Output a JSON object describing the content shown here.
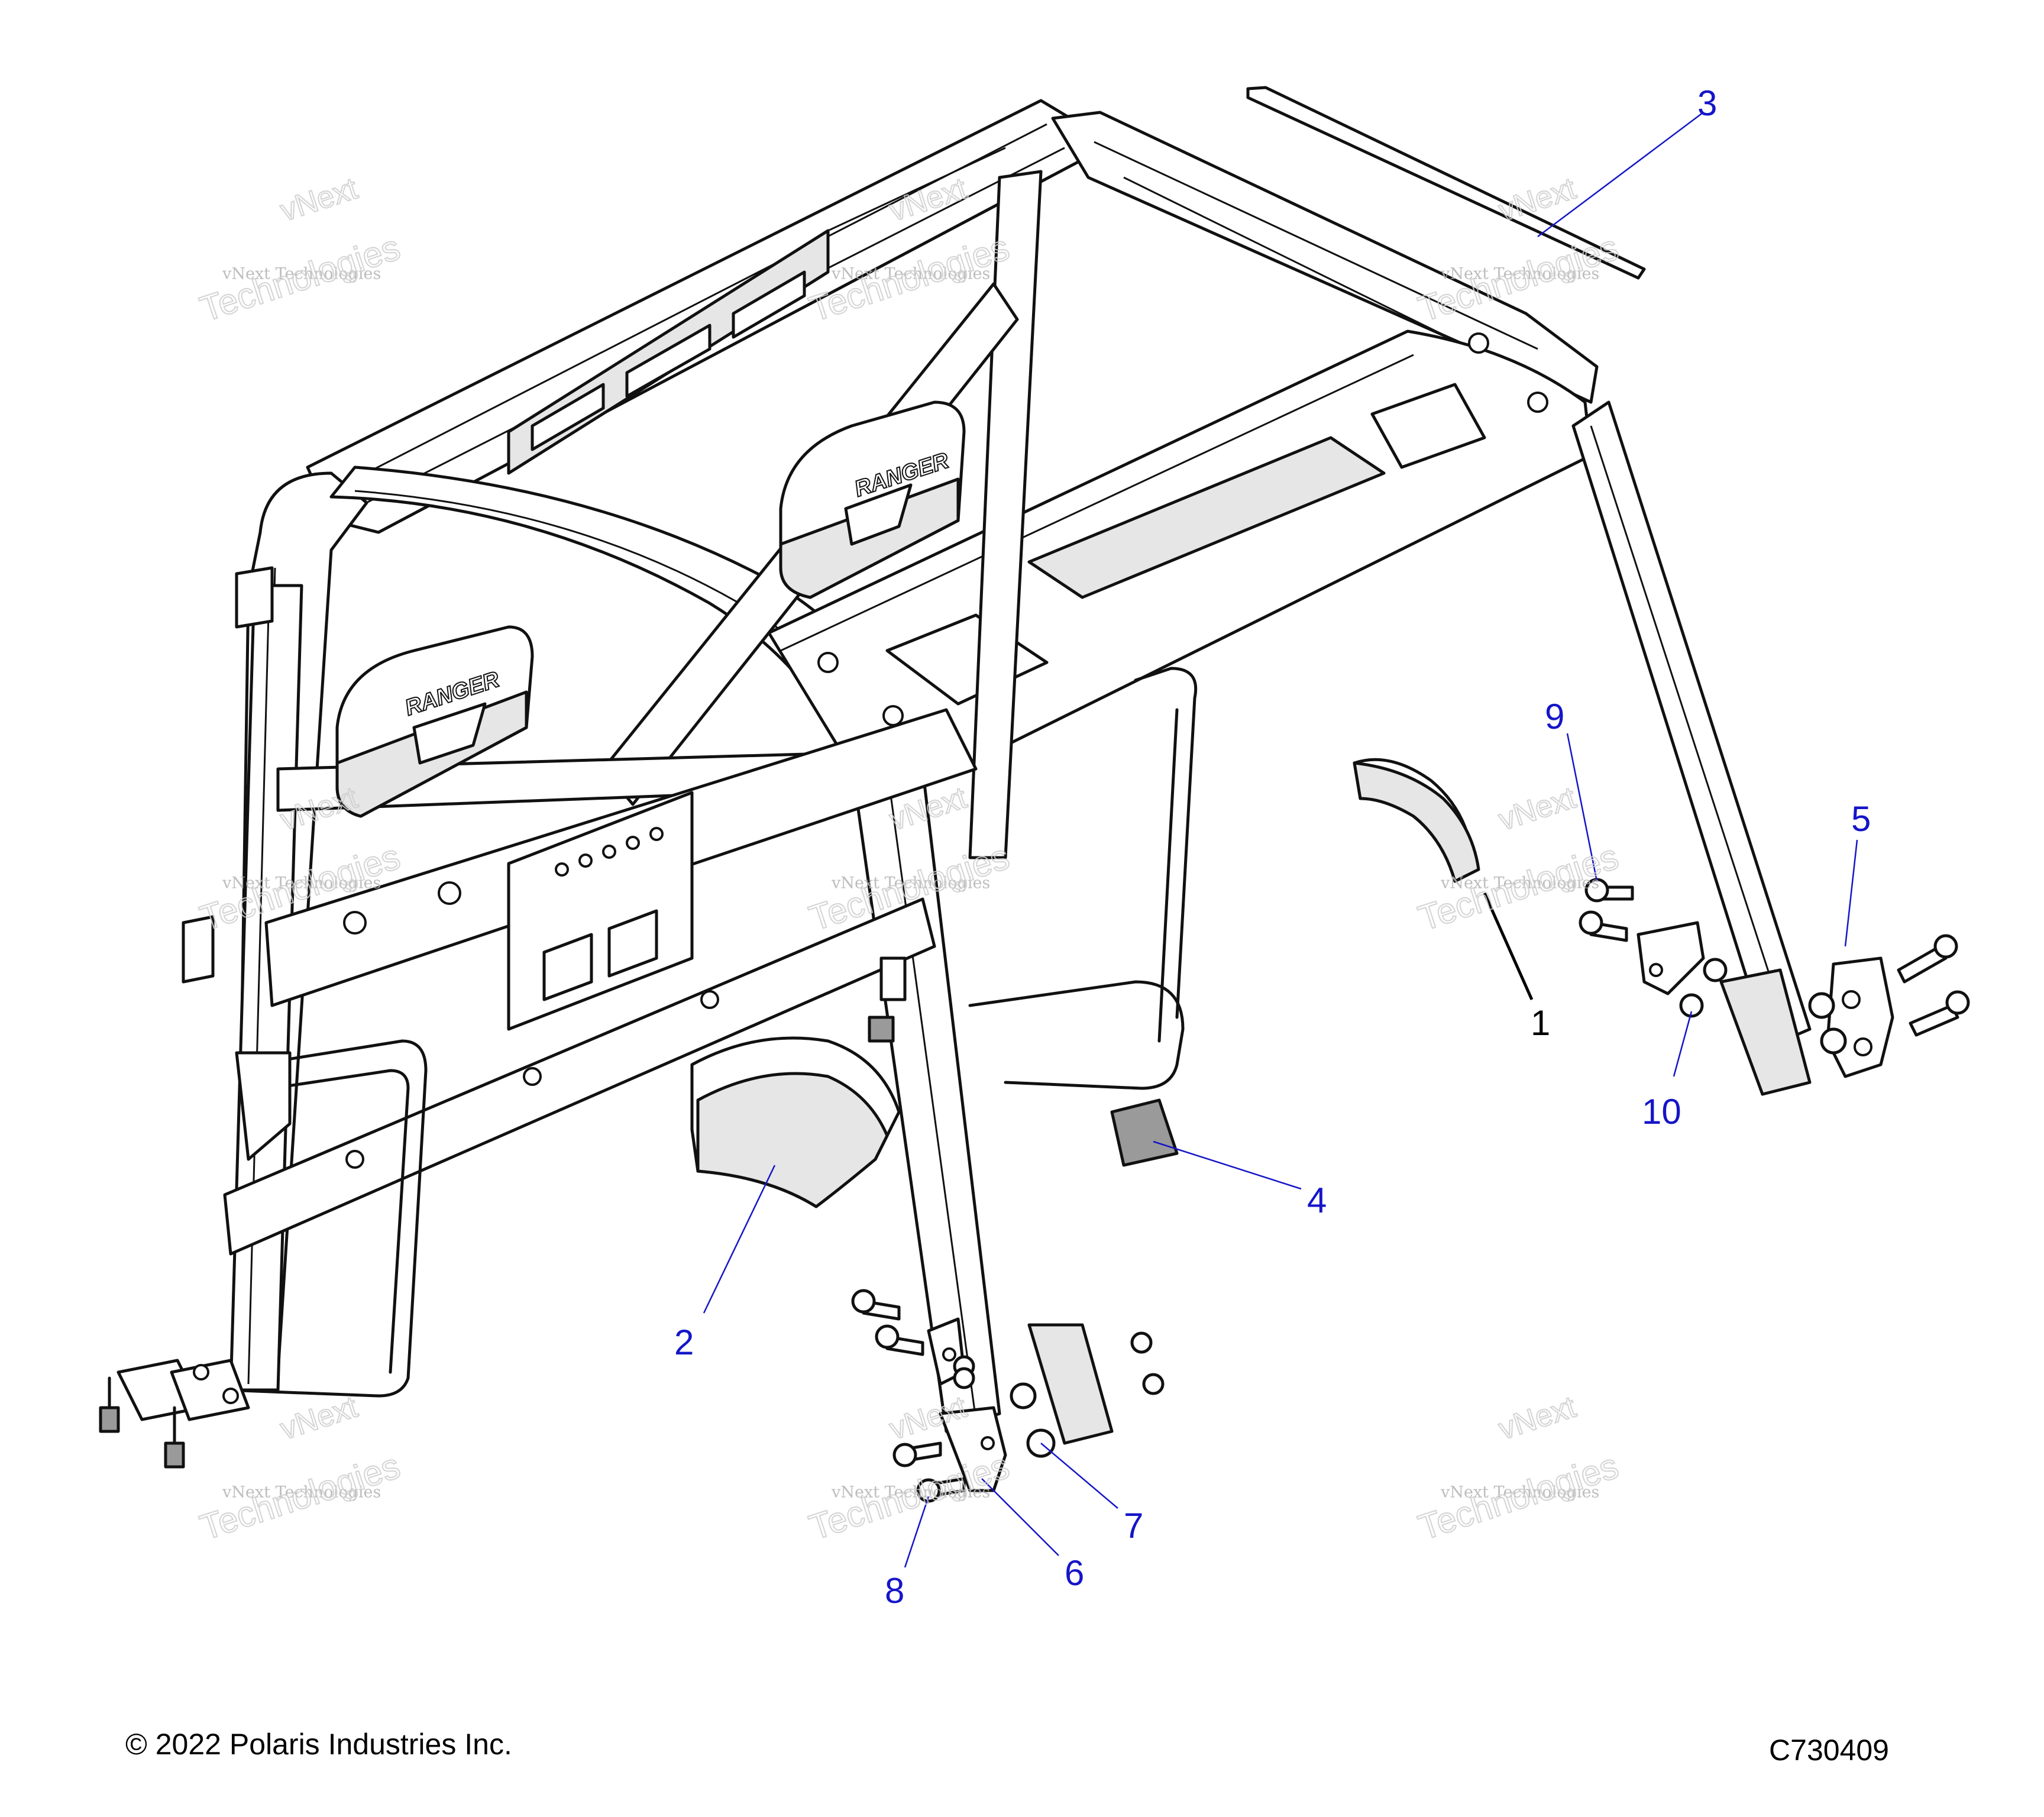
{
  "watermark": {
    "line1": "vNext",
    "line2": "vNext Technologies",
    "line3": "Technologies"
  },
  "frame": {
    "badge_text": "RANGER"
  },
  "callouts": [
    {
      "id": "c1",
      "label": "1"
    },
    {
      "id": "c2",
      "label": "2"
    },
    {
      "id": "c3",
      "label": "3"
    },
    {
      "id": "c4",
      "label": "4"
    },
    {
      "id": "c5",
      "label": "5"
    },
    {
      "id": "c6",
      "label": "6"
    },
    {
      "id": "c7",
      "label": "7"
    },
    {
      "id": "c8",
      "label": "8"
    },
    {
      "id": "c9",
      "label": "9"
    },
    {
      "id": "c10",
      "label": "10"
    }
  ],
  "footer": {
    "copyright": "© 2022 Polaris Industries Inc.",
    "drawing_id": "C730409"
  },
  "colors": {
    "callout": "#1515c8",
    "line": "#111111",
    "watermark": "#c8c8c8"
  }
}
